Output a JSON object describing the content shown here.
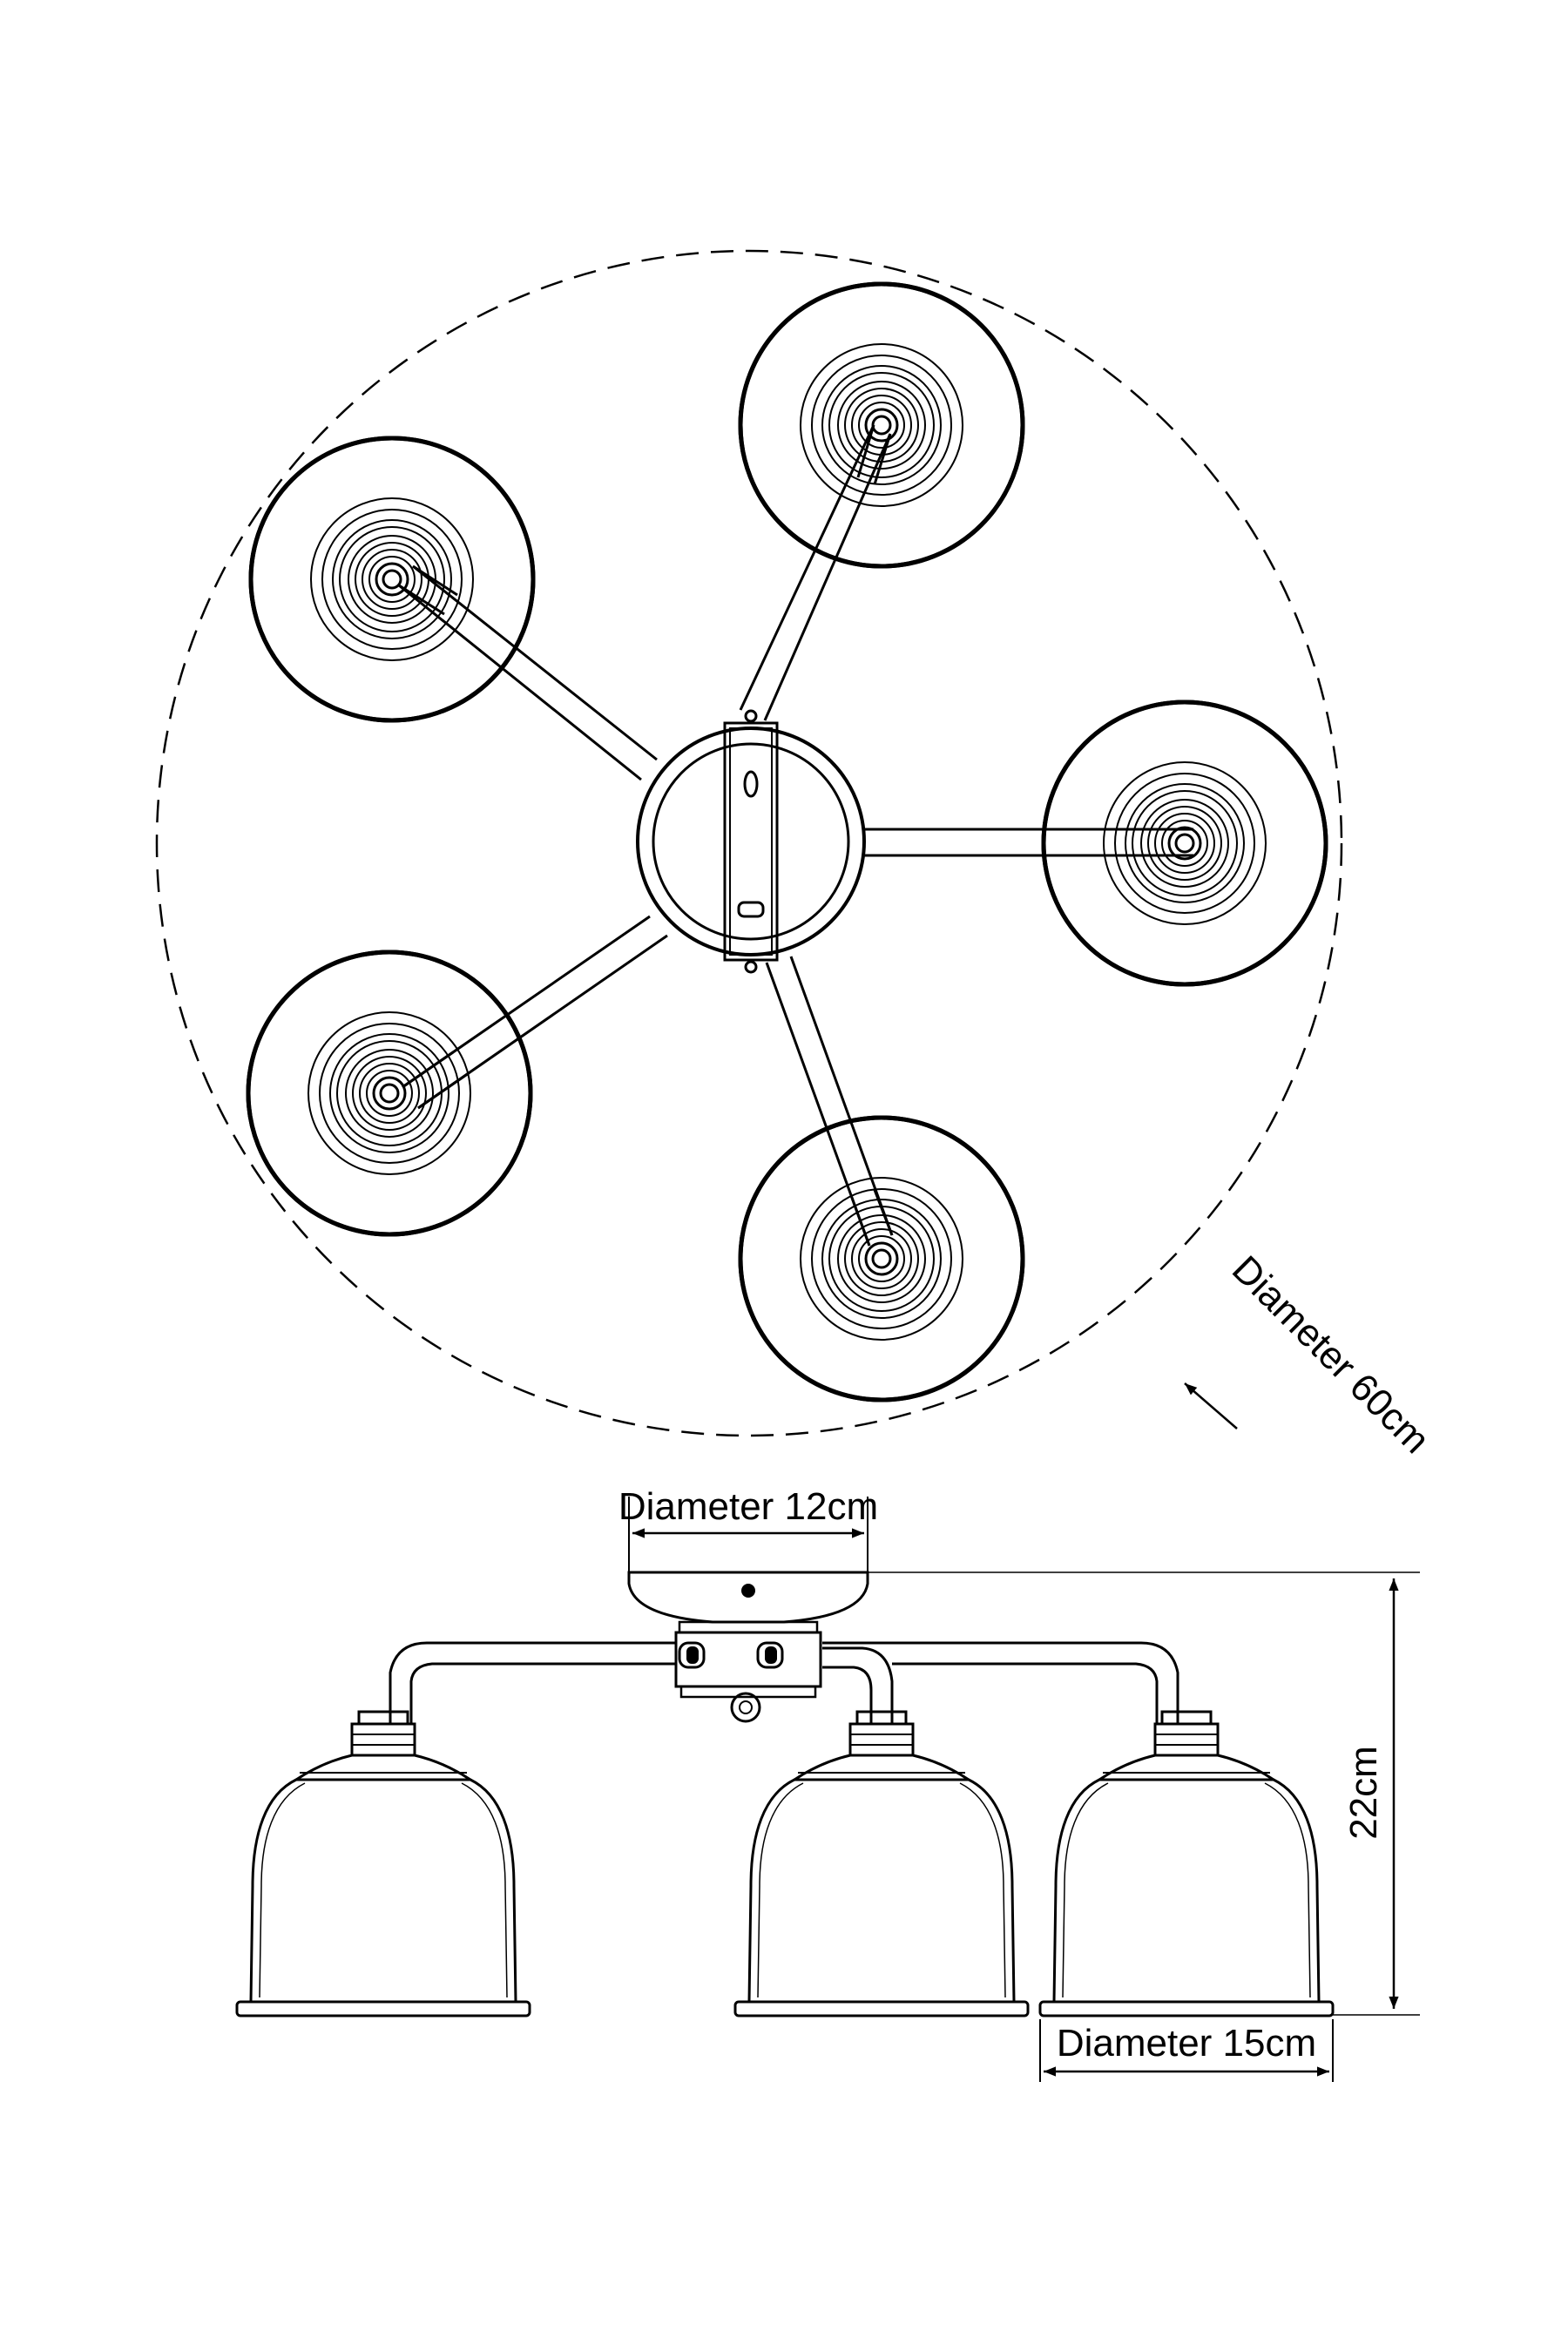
{
  "labels": {
    "overall_diameter": "Diameter 60cm",
    "canopy_diameter": "Diameter 12cm",
    "height": "22cm",
    "shade_diameter": "Diameter 15cm"
  },
  "colors": {
    "line": "#000000",
    "background": "#ffffff"
  }
}
